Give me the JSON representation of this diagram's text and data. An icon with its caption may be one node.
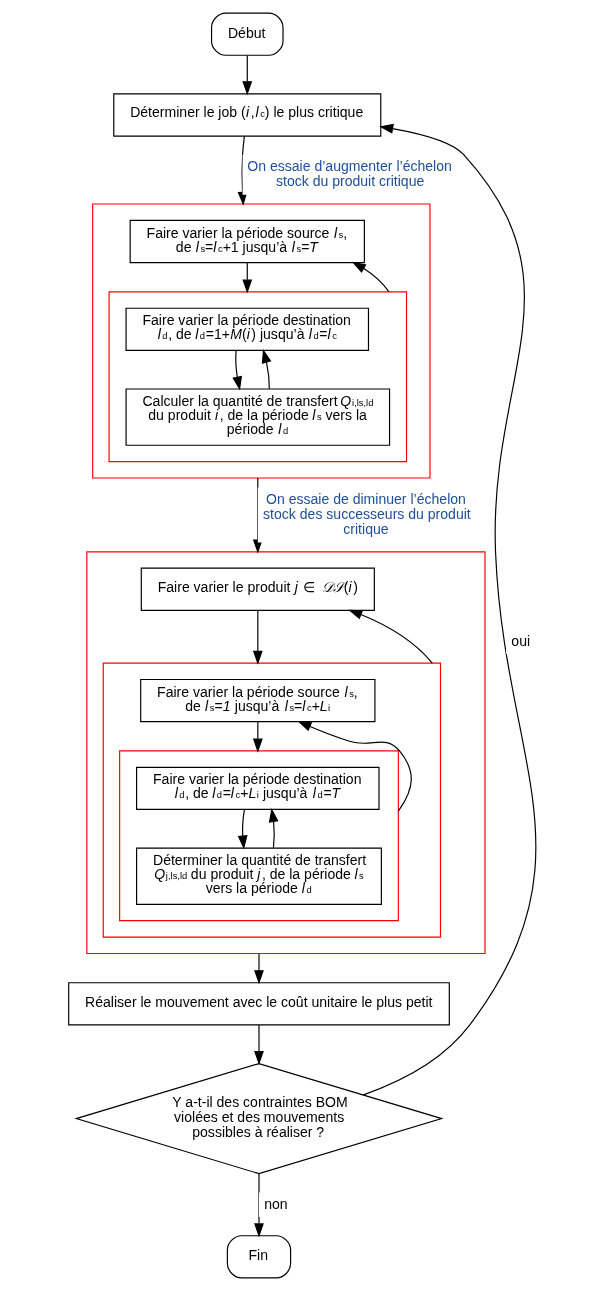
{
  "diagram": {
    "nodes": [
      {
        "text": [
          "Début"
        ]
      },
      {
        "text": [
          "Déterminer le job (*i*,*l*$_{c}$) le plus critique"
        ]
      },
      {
        "text": [],
        "shape": "box"
      },
      {
        "text": [
          "Faire varier la période source *l*$_{s}$, de *l*$_{s}$=*l*$_{c}$+1 jusqu’à *l*$_{s}$=*T*"
        ],
        "in": 2
      },
      {
        "text": [],
        "shape": "box",
        "in": 2
      },
      {
        "text": [
          "Faire varier la période destination *l*$_{d}$, de *l*$_{d}$=1+*M*(*i*) jusqu’à *l*$_{d}$=*l*$_{c}$"
        ],
        "in": 4
      },
      {
        "text": [
          "Calculer la quantité de transfert *Q*$_{i,ls,ld}$ du produit *i*, de la période *l*$_{s}$ vers la période *l*$_{d}$"
        ],
        "in": 4
      },
      {
        "text": [],
        "shape": "box"
      },
      {
        "text": [
          "Faire varier le produit *j* ∈ *𝒟𝒮*(*i*)"
        ],
        "in": 7
      },
      {
        "text": [],
        "shape": "box",
        "in": 7
      },
      {
        "text": [
          "Faire varier la période source *l*$_{s}$, de *l*$_{s}$=*1* jusqu’à *l*$_{s}$=*l*$_{c}$+*L*$_{i}$"
        ],
        "in": 9
      },
      {
        "text": [],
        "shape": "box",
        "in": 9
      },
      {
        "text": [
          "Faire varier la période destination *l*$_{d}$, de *l*$_{d}$=*l*$_{c}$+*L*$_{i}$ jusqu’à *l*$_{d}$=*T*"
        ],
        "in": 11
      },
      {
        "text": [
          "Déterminer la quantité de transfert *Q*$_{j,ls,ld}$ du produit *j*, de la période *l*$_{s}$ vers la période *l*$_{d}$"
        ],
        "in": 11
      },
      {
        "text": [
          "Réaliser le mouvement avec le coût unitaire le plus petit"
        ]
      },
      {
        "text": [
          "Y a-t-il des contraintes BOM violées et des mouvements possibles à réaliser ?"
        ]
      },
      {
        "text": [
          "Fin"
        ]
      }
    ],
    "edges": [
      {
        "from": 0,
        "to": 1,
        "arrow": "to"
      },
      {
        "from": 1,
        "to": 2,
        "arrow": "to",
        "label": "On essaie d’augmenter l’échelon stock du produit critique"
      },
      {
        "from": 3,
        "to": 4,
        "arrow": "to"
      },
      {
        "from": 5,
        "to": 6,
        "arrow": "to"
      },
      {
        "from": 6,
        "to": 5,
        "arrow": "to"
      },
      {
        "from": 4,
        "to": 3,
        "arrow": "to"
      },
      {
        "from": 2,
        "to": 7,
        "arrow": "to",
        "label": "On essaie de diminuer l’échelon stock des successeurs du produit critique"
      },
      {
        "from": 8,
        "to": 9,
        "arrow": "to"
      },
      {
        "from": 10,
        "to": 11,
        "arrow": "to"
      },
      {
        "from": 12,
        "to": 13,
        "arrow": "to"
      },
      {
        "from": 13,
        "to": 12,
        "arrow": "to"
      },
      {
        "from": 11,
        "to": 10,
        "arrow": "to"
      },
      {
        "from": 9,
        "to": 8,
        "arrow": "to"
      },
      {
        "from": 7,
        "to": 14,
        "arrow": "to"
      },
      {
        "from": 14,
        "to": 15,
        "arrow": "to"
      },
      {
        "from": 15,
        "to": 1,
        "arrow": "to",
        "label": "oui"
      },
      {
        "from": 15,
        "to": 16,
        "arrow": "to",
        "label": "non"
      }
    ]
  }
}
